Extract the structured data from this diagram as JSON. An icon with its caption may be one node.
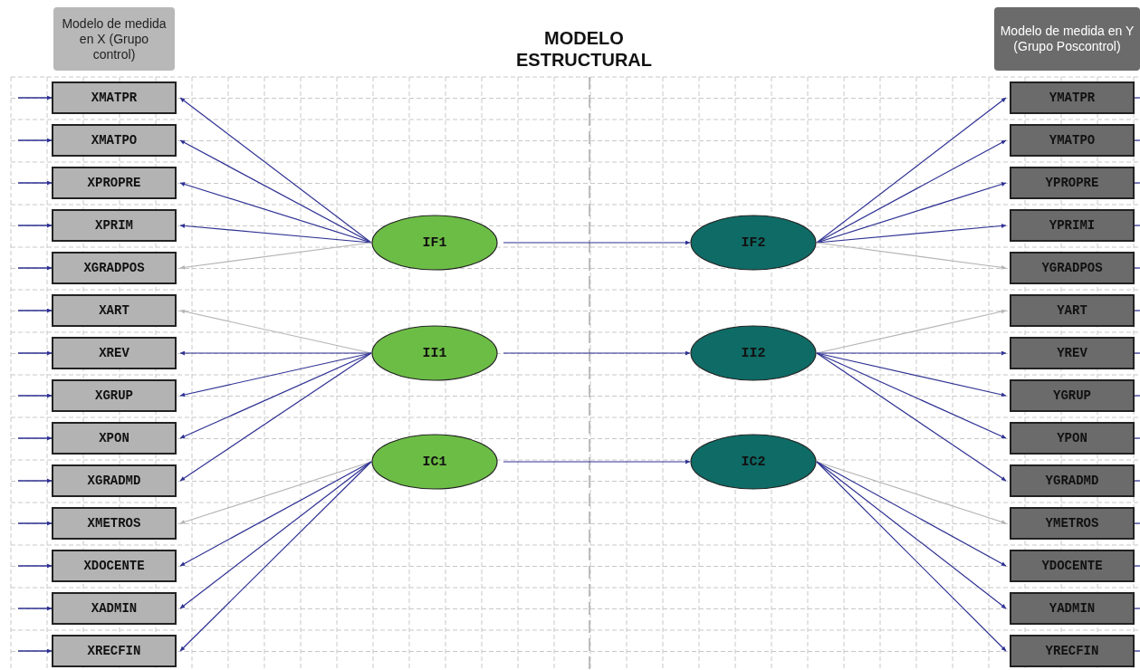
{
  "diagram": {
    "title": "MODELO ESTRUCTURAL",
    "nodes": [
      {
        "text": [
          "Modelo de medida en X (Grupo control)"
        ]
      },
      {
        "text": [
          "Modelo de medida en Y (Grupo Poscontrol)"
        ]
      },
      {
        "text": [
          "XMATPR"
        ]
      },
      {
        "text": [
          "XMATPO"
        ]
      },
      {
        "text": [
          "XPROPRE"
        ]
      },
      {
        "text": [
          "XPRIM"
        ]
      },
      {
        "text": [
          "XGRADPOS"
        ]
      },
      {
        "text": [
          "XART"
        ]
      },
      {
        "text": [
          "XREV"
        ]
      },
      {
        "text": [
          "XGRUP"
        ]
      },
      {
        "text": [
          "XPON"
        ]
      },
      {
        "text": [
          "XGRADMD"
        ]
      },
      {
        "text": [
          "XMETROS"
        ]
      },
      {
        "text": [
          "XDOCENTE"
        ]
      },
      {
        "text": [
          "XADMIN"
        ]
      },
      {
        "text": [
          "XRECFIN"
        ]
      },
      {
        "text": [
          "IF1"
        ]
      },
      {
        "text": [
          "II1"
        ]
      },
      {
        "text": [
          "IC1"
        ]
      },
      {
        "text": [
          "IF2"
        ]
      },
      {
        "text": [
          "II2"
        ]
      },
      {
        "text": [
          "IC2"
        ]
      },
      {
        "text": [
          "YMATPR"
        ]
      },
      {
        "text": [
          "YMATPO"
        ]
      },
      {
        "text": [
          "YPROPRE"
        ]
      },
      {
        "text": [
          "YPRIMI"
        ]
      },
      {
        "text": [
          "YGRADPOS"
        ]
      },
      {
        "text": [
          "YART"
        ]
      },
      {
        "text": [
          "YREV"
        ]
      },
      {
        "text": [
          "YGRUP"
        ]
      },
      {
        "text": [
          "YPON"
        ]
      },
      {
        "text": [
          "YGRADMD"
        ]
      },
      {
        "text": [
          "YMETROS"
        ]
      },
      {
        "text": [
          "YDOCENTE"
        ]
      },
      {
        "text": [
          "YADMIN"
        ]
      },
      {
        "text": [
          "YRECFIN"
        ]
      }
    ],
    "edges": [
      {
        "from": null,
        "to": 2,
        "arrow": "to"
      },
      {
        "from": null,
        "to": 3,
        "arrow": "to"
      },
      {
        "from": null,
        "to": 4,
        "arrow": "to"
      },
      {
        "from": null,
        "to": 5,
        "arrow": "to"
      },
      {
        "from": null,
        "to": 6,
        "arrow": "to"
      },
      {
        "from": null,
        "to": 7,
        "arrow": "to"
      },
      {
        "from": null,
        "to": 8,
        "arrow": "to"
      },
      {
        "from": null,
        "to": 9,
        "arrow": "to"
      },
      {
        "from": null,
        "to": 10,
        "arrow": "to"
      },
      {
        "from": null,
        "to": 11,
        "arrow": "to"
      },
      {
        "from": null,
        "to": 12,
        "arrow": "to"
      },
      {
        "from": null,
        "to": 13,
        "arrow": "to"
      },
      {
        "from": null,
        "to": 14,
        "arrow": "to"
      },
      {
        "from": null,
        "to": 15,
        "arrow": "to"
      },
      {
        "from": 16,
        "to": 2,
        "arrow": "to"
      },
      {
        "from": 16,
        "to": 3,
        "arrow": "to"
      },
      {
        "from": 16,
        "to": 4,
        "arrow": "to"
      },
      {
        "from": 16,
        "to": 5,
        "arrow": "to"
      },
      {
        "from": 16,
        "to": 6,
        "arrow": "to",
        "color": "#b4b4b4"
      },
      {
        "from": 17,
        "to": 7,
        "arrow": "to",
        "color": "#b4b4b4"
      },
      {
        "from": 17,
        "to": 8,
        "arrow": "to"
      },
      {
        "from": 17,
        "to": 9,
        "arrow": "to"
      },
      {
        "from": 17,
        "to": 10,
        "arrow": "to"
      },
      {
        "from": 17,
        "to": 11,
        "arrow": "to"
      },
      {
        "from": 18,
        "to": 12,
        "arrow": "to",
        "color": "#b4b4b4"
      },
      {
        "from": 18,
        "to": 13,
        "arrow": "to"
      },
      {
        "from": 18,
        "to": 14,
        "arrow": "to"
      },
      {
        "from": 18,
        "to": 15,
        "arrow": "to"
      },
      {
        "from": 16,
        "to": 19,
        "arrow": "to"
      },
      {
        "from": 17,
        "to": 20,
        "arrow": "to"
      },
      {
        "from": 18,
        "to": 21,
        "arrow": "to"
      },
      {
        "from": 19,
        "to": 22,
        "arrow": "to"
      },
      {
        "from": 19,
        "to": 23,
        "arrow": "to"
      },
      {
        "from": 19,
        "to": 24,
        "arrow": "to"
      },
      {
        "from": 19,
        "to": 25,
        "arrow": "to"
      },
      {
        "from": 19,
        "to": 26,
        "arrow": "to",
        "color": "#b4b4b4"
      },
      {
        "from": 20,
        "to": 27,
        "arrow": "to",
        "color": "#b4b4b4"
      },
      {
        "from": 20,
        "to": 28,
        "arrow": "to"
      },
      {
        "from": 20,
        "to": 29,
        "arrow": "to"
      },
      {
        "from": 20,
        "to": 30,
        "arrow": "to"
      },
      {
        "from": 20,
        "to": 31,
        "arrow": "to"
      },
      {
        "from": 21,
        "to": 32,
        "arrow": "to",
        "color": "#b4b4b4"
      },
      {
        "from": 21,
        "to": 33,
        "arrow": "to"
      },
      {
        "from": 21,
        "to": 34,
        "arrow": "to"
      },
      {
        "from": 21,
        "to": 35,
        "arrow": "to"
      },
      {
        "from": 22,
        "to": null,
        "arrow": "none"
      },
      {
        "from": 23,
        "to": null,
        "arrow": "none"
      },
      {
        "from": 24,
        "to": null,
        "arrow": "none"
      },
      {
        "from": 25,
        "to": null,
        "arrow": "none"
      },
      {
        "from": 26,
        "to": null,
        "arrow": "none"
      },
      {
        "from": 27,
        "to": null,
        "arrow": "none"
      },
      {
        "from": 28,
        "to": null,
        "arrow": "none"
      },
      {
        "from": 29,
        "to": null,
        "arrow": "none"
      },
      {
        "from": 30,
        "to": null,
        "arrow": "none"
      },
      {
        "from": 31,
        "to": null,
        "arrow": "none"
      },
      {
        "from": 32,
        "to": null,
        "arrow": "none"
      },
      {
        "from": 33,
        "to": null,
        "arrow": "none"
      },
      {
        "from": 34,
        "to": null,
        "arrow": "none"
      },
      {
        "from": 35,
        "to": null,
        "arrow": "none"
      }
    ]
  }
}
